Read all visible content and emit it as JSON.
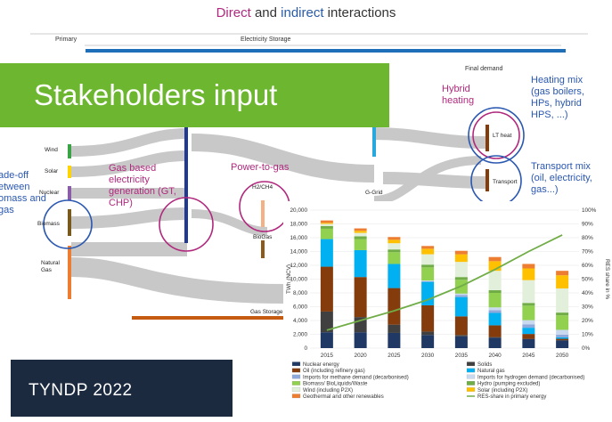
{
  "title": {
    "direct": "Direct",
    "and": "and",
    "indirect": "indirect",
    "rest": "interactions"
  },
  "headers": {
    "primary": "Primary",
    "storage": "Electricity Storage",
    "final": "Final demand"
  },
  "banner": "Stakeholders input",
  "tyndp": "TYNDP 2022",
  "left_label": [
    "ade-off",
    "etween",
    "omass and",
    "gas"
  ],
  "primary_sources": [
    "Wind",
    "Solar",
    "Nuclear",
    "Biomass",
    "Natural Gas"
  ],
  "nodes": {
    "h2ch4": "H2/CH4",
    "biogas": "BioGas",
    "ggrid": "G-Grid",
    "lt_heat": "LT heat",
    "transport": "Transport",
    "gas_storage": "Gas Storage"
  },
  "labels": {
    "gas_based": [
      "Gas based",
      "electricity",
      "generation (GT,",
      "CHP)"
    ],
    "power_to_gas": "Power-to-gas",
    "hybrid": [
      "Hybrid",
      "heating"
    ],
    "heating_mix": [
      "Heating mix",
      "(gas boilers,",
      "HPs, hybrid",
      "HPS, ...)"
    ],
    "transport_mix": [
      "Transport mix",
      "(oil, electricity,",
      "gas...)"
    ]
  },
  "colors": {
    "banner": "#6db62f",
    "magenta": "#b0297d",
    "blue": "#2a57b0",
    "tyndp_bg": "#1b2a3f"
  },
  "chart_data": {
    "type": "bar",
    "stacked": true,
    "categories": [
      "2015",
      "2020",
      "2025",
      "2030",
      "2035",
      "2040",
      "2045",
      "2050"
    ],
    "ylabel": "TWh (NCV)",
    "y2label": "RES share in %",
    "ylim": [
      0,
      20000
    ],
    "yticks": [
      "0",
      "2,000",
      "4,000",
      "6,000",
      "8,000",
      "10,000",
      "12,000",
      "14,000",
      "16,000",
      "18,000",
      "20,000"
    ],
    "y2ticks": [
      "0%",
      "10%",
      "20%",
      "30%",
      "40%",
      "50%",
      "60%",
      "70%",
      "80%",
      "90%",
      "100%"
    ],
    "series": [
      {
        "name": "Nuclear energy",
        "color": "#1f3864",
        "values": [
          2300,
          2300,
          2200,
          1900,
          1700,
          1500,
          1300,
          1100
        ]
      },
      {
        "name": "Solids",
        "color": "#404040",
        "values": [
          3000,
          2200,
          1200,
          500,
          200,
          100,
          50,
          50
        ]
      },
      {
        "name": "Oil (including refinery gas)",
        "color": "#843c0c",
        "values": [
          6500,
          5800,
          5300,
          3800,
          2700,
          1700,
          700,
          200
        ]
      },
      {
        "name": "Natural gas",
        "color": "#00b0f0",
        "values": [
          4000,
          3900,
          3500,
          3400,
          2800,
          1800,
          900,
          200
        ]
      },
      {
        "name": "Imports for methane demand (decarbonised)",
        "color": "#8ea9db",
        "values": [
          0,
          0,
          0,
          100,
          300,
          400,
          500,
          400
        ]
      },
      {
        "name": "Imports for hydrogen demand (decarbonised)",
        "color": "#c9d9f0",
        "values": [
          0,
          0,
          0,
          100,
          200,
          400,
          600,
          700
        ]
      },
      {
        "name": "Biomass/ BioLiquids/Waste",
        "color": "#92d050",
        "values": [
          1500,
          1600,
          1700,
          1900,
          2000,
          2100,
          2100,
          2100
        ]
      },
      {
        "name": "Hydro (pumping excluded)",
        "color": "#70ad47",
        "values": [
          400,
          400,
          400,
          400,
          400,
          400,
          400,
          400
        ]
      },
      {
        "name": "Wind (including P2X)",
        "color": "#e2efda",
        "values": [
          300,
          500,
          900,
          1500,
          2200,
          2800,
          3300,
          3500
        ]
      },
      {
        "name": "Solar (including P2X)",
        "color": "#ffc000",
        "values": [
          150,
          300,
          500,
          800,
          1100,
          1400,
          1700,
          1900
        ]
      },
      {
        "name": "Geothermal and other renewables",
        "color": "#ed7d31",
        "values": [
          350,
          350,
          400,
          400,
          500,
          600,
          650,
          650
        ]
      }
    ],
    "line": {
      "name": "RES-share in primary energy",
      "color": "#70ad47",
      "values": [
        0.13,
        0.2,
        0.27,
        0.35,
        0.45,
        0.57,
        0.7,
        0.82
      ]
    }
  }
}
